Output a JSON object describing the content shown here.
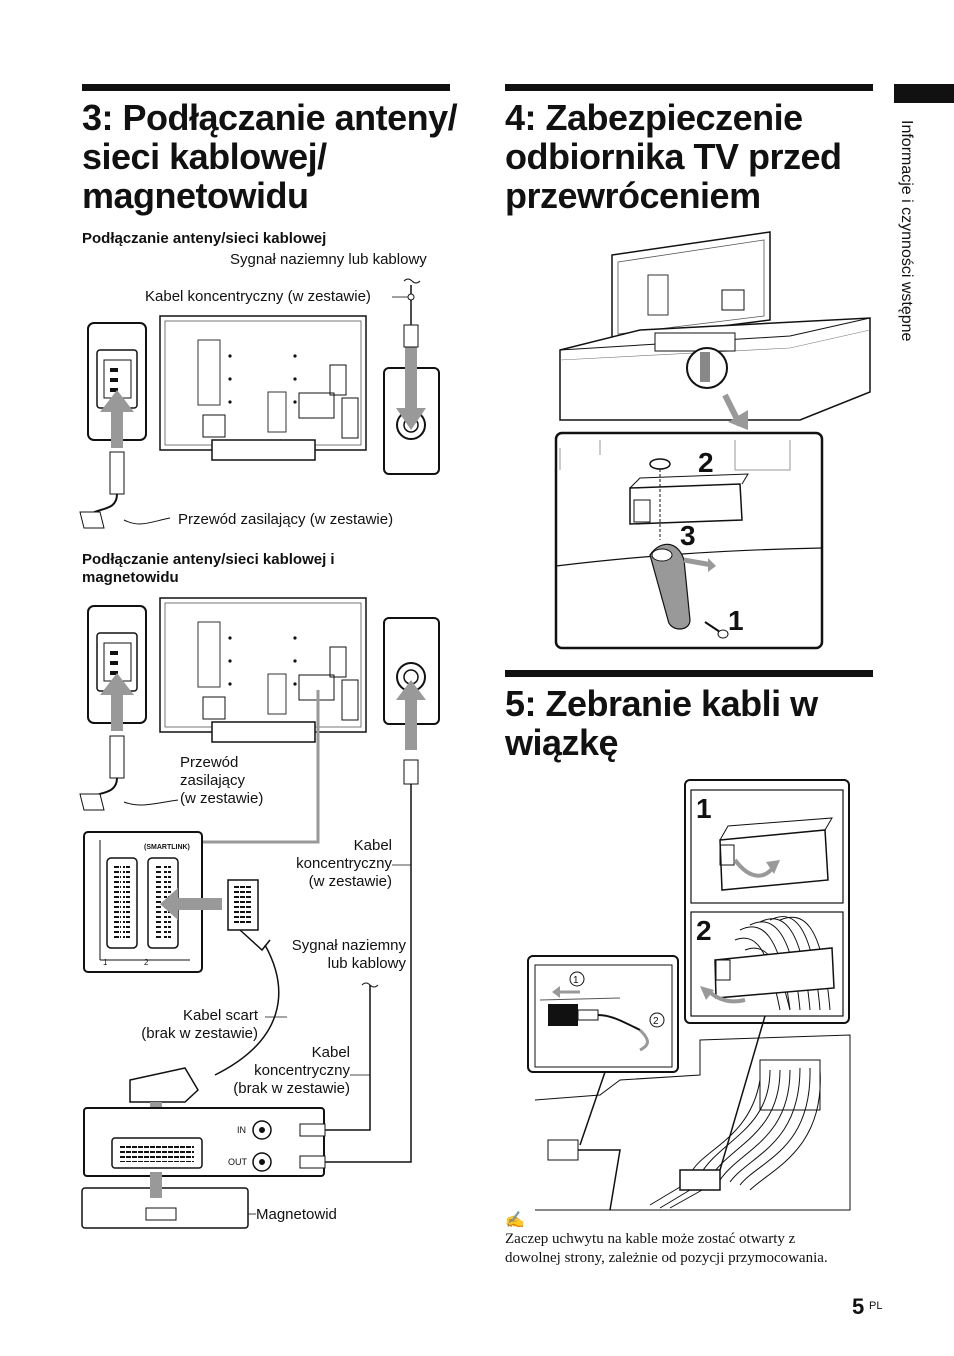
{
  "section3": {
    "title": "3: Podłączanie anteny/\nsieci kablowej/\nmagnetowidu",
    "sub1": "Podłączanie anteny/sieci kablowej",
    "d1": {
      "signal": "Sygnał naziemny lub kablowy",
      "coax": "Kabel koncentryczny (w zestawie)",
      "power": "Przewód zasilający (w zestawie)"
    },
    "sub2": "Podłączanie anteny/sieci kablowej i\nmagnetowidu",
    "d2": {
      "power": "Przewód\nzasilający\n(w zestawie)",
      "coax_supplied": "Kabel\nkoncentryczny\n(w zestawie)",
      "signal": "Sygnał naziemny\nlub kablowy",
      "scart": "Kabel scart\n(brak w zestawie)",
      "coax_not_supplied": "Kabel\nkoncentryczny\n(brak w zestawie)",
      "vcr": "Magnetowid",
      "smartlink": "(SMARTLINK)",
      "in": "IN",
      "out": "OUT",
      "scart1": "1",
      "scart2": "2"
    }
  },
  "section4": {
    "title": "4: Zabezpieczenie\nodbiornika TV przed\nprzewróceniem",
    "steps": [
      "1",
      "2",
      "3"
    ]
  },
  "section5": {
    "title": "5: Zebranie kabli w\nwiązkę",
    "steps": [
      "1",
      "2"
    ],
    "circle_steps": [
      "1",
      "2"
    ],
    "note_icon": "✍",
    "note": "Zaczep uchwytu na kable może zostać otwarty z\ndowolnej strony, zależnie od  pozycji przymocowania."
  },
  "side_label": "Informacje i czynności wstępne",
  "page": {
    "number": "5",
    "lang": "PL"
  }
}
